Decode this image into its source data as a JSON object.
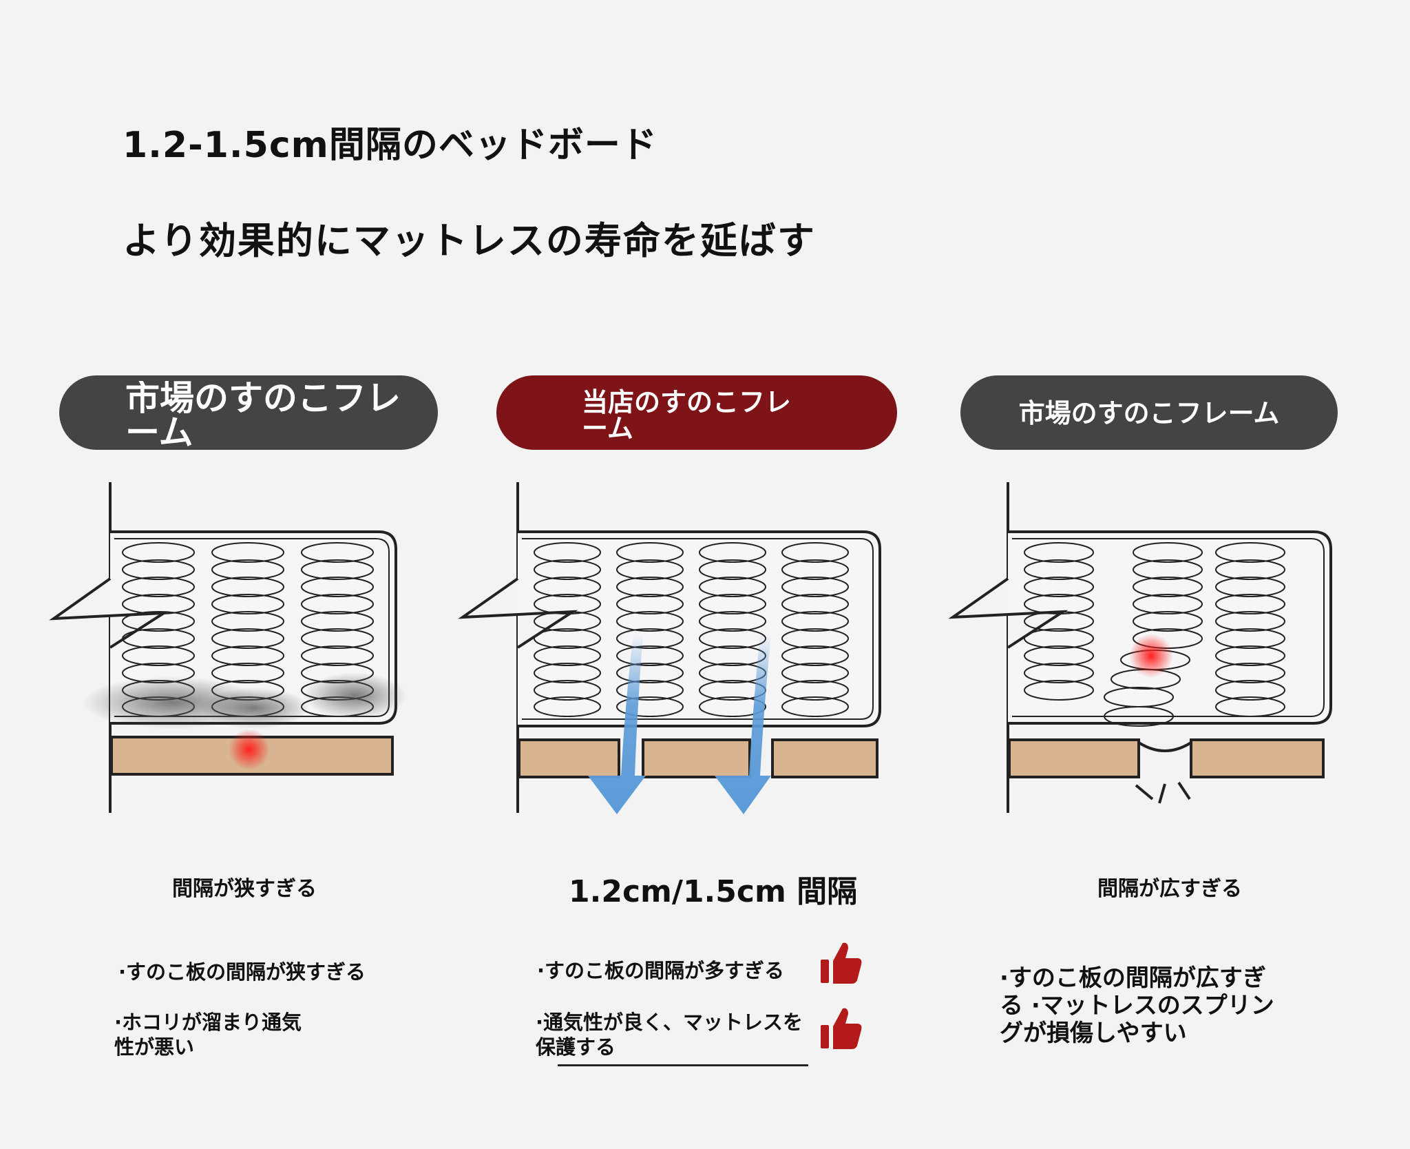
{
  "headline": {
    "line1": "1.2-1.5cm間隔のベッドボード",
    "line2": "より効果的にマットレスの寿命を延ばす"
  },
  "columns": [
    {
      "label": "市場のすのこフレーム",
      "caption": "間隔が狭すぎる",
      "bullets": [
        "·すのこ板の間隔が狭すぎる",
        "·ホコリが溜まり通気性が悪い"
      ]
    },
    {
      "label": "当店のすのこフレーム",
      "caption": "1.2cm/1.5cm 間隔",
      "bullets": [
        "·すのこ板の間隔が多すぎる",
        "·通気性が良く、マットレスを保護する"
      ]
    },
    {
      "label": "市場のすのこフレーム",
      "caption": "間隔が広すぎる",
      "bullets": [
        "·すのこ板の間隔が広すぎる ·マットレスのスプリングが損傷しやすい"
      ]
    }
  ],
  "colors": {
    "market_pill": "#444444",
    "our_pill": "#7e1417",
    "slat": "#d8b590",
    "airflow_arrow": "#5b9bd8",
    "damage_spot": "#ff2a2a",
    "thumb_icon": "#b31b1b"
  },
  "icons": [
    "thumbs-up-icon"
  ]
}
